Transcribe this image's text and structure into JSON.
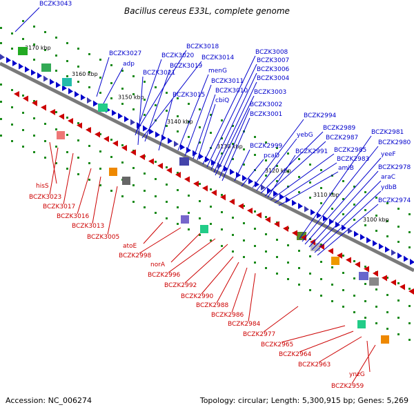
{
  "title": "Bacillus cereus E33L, complete genome",
  "footer": {
    "accession": "Accession: NC_006274",
    "summary": "Topology: circular; Length: 5,300,915 bp; Genes: 5,269"
  },
  "colors": {
    "forward": "#0000cc",
    "reverse": "#cc0000",
    "backbone": "#7a7a7a",
    "dots": "#1a8a1a"
  },
  "kbp_ticks": [
    "3170 kbp",
    "3160 kbp",
    "3150 kbp",
    "3140 kbp",
    "3130 kbp",
    "3120 kbp",
    "3110 kbp",
    "3100 kbp"
  ],
  "forward_labels": [
    "BCZK3043",
    "BCZK3027",
    "adp",
    "BCZK3018",
    "BCZK3020",
    "BCZK3014",
    "BCZK3019",
    "BCZK3021",
    "menG",
    "BCZK3015",
    "BCZK3011",
    "cbiQ",
    "BCZK3010",
    "BCZK3008",
    "BCZK3007",
    "BCZK3006",
    "BCZK3004",
    "BCZK3003",
    "BCZK3002",
    "BCZK3001",
    "BCZK2994",
    "yebG",
    "BCZK2989",
    "BCZK2987",
    "BCZK2991",
    "BCZK2985",
    "BCZK2983",
    "amiB",
    "BCZK2999",
    "pcaD",
    "BCZK2981",
    "BCZK2980",
    "yeeF",
    "BCZK2978",
    "araC",
    "ydbB",
    "BCZK2974"
  ],
  "reverse_labels": [
    "hisS",
    "BCZK3023",
    "BCZK3017",
    "BCZK3016",
    "BCZK3013",
    "BCZK3005",
    "atoE",
    "BCZK2998",
    "norA",
    "BCZK2996",
    "BCZK2992",
    "BCZK2990",
    "BCZK2988",
    "BCZK2986",
    "BCZK2984",
    "BCZK2977",
    "BCZK2965",
    "BCZK2964",
    "BCZK2963",
    "ynzG",
    "BCZK2959"
  ]
}
